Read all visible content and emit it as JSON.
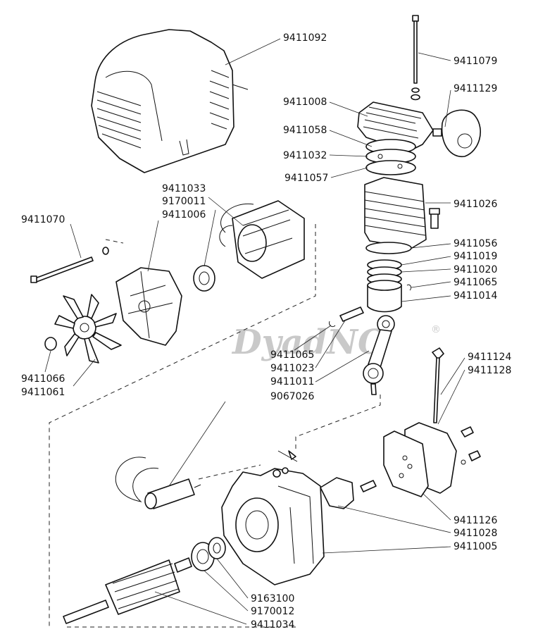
{
  "watermark": {
    "text": "DyadNO",
    "mark": "®"
  },
  "labels": {
    "p9411092": "9411092",
    "p9411079": "9411079",
    "p9411129": "9411129",
    "p9411008": "9411008",
    "p9411058": "9411058",
    "p9411032": "9411032",
    "p9411057": "9411057",
    "p9411026": "9411026",
    "p9411033": "9411033",
    "p9170011a": "9170011",
    "p9411006": "9411006",
    "p9411070": "9411070",
    "p9411056": "9411056",
    "p9411019": "9411019",
    "p9411020": "9411020",
    "p9411065a": "9411065",
    "p9411014": "9411014",
    "p9411065b": "9411065",
    "p9411023": "9411023",
    "p9411011": "9411011",
    "p9067026": "9067026",
    "p9411066": "9411066",
    "p9411061": "9411061",
    "p9411124": "9411124",
    "p9411128": "9411128",
    "p9411126": "9411126",
    "p9411028": "9411028",
    "p9411005": "9411005",
    "p9163100": "9163100",
    "p9170012": "9170012",
    "p9411034": "9411034"
  }
}
